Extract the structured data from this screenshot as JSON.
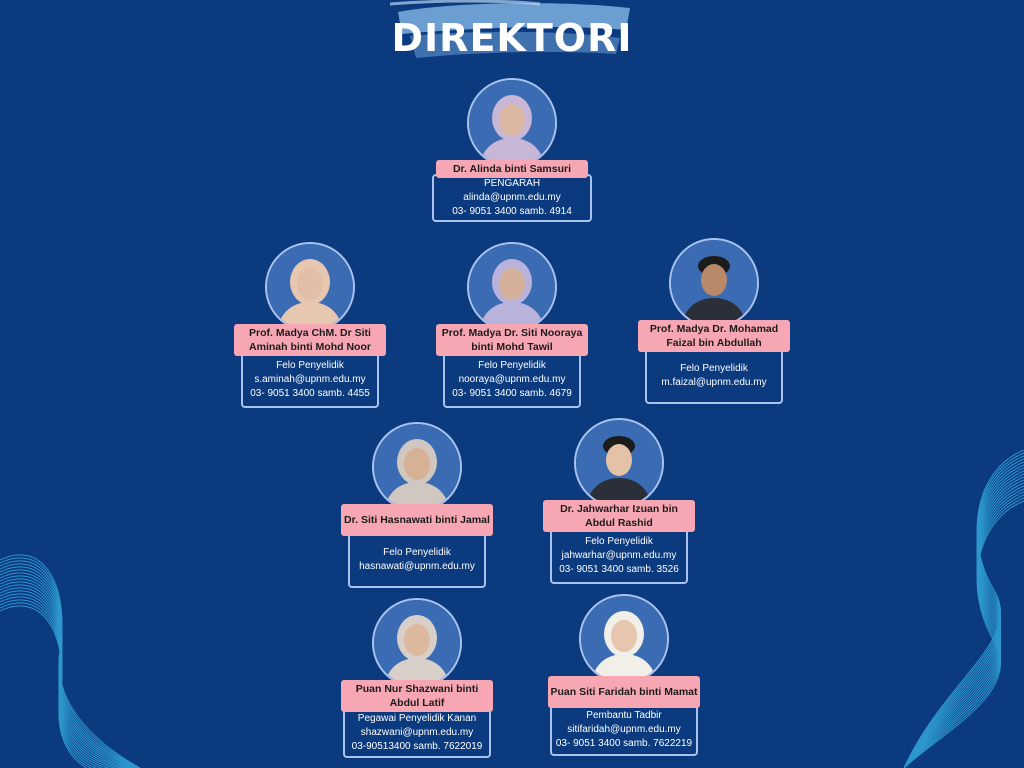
{
  "page": {
    "title": "DIREKTORI",
    "colors": {
      "background": "#0b3a7e",
      "name_tag": "#f7a7b4",
      "border": "#a9c3ee",
      "title_brush": "#7fb0e0"
    }
  },
  "people": [
    {
      "name": "Dr. Alinda binti Samsuri",
      "role": "PENGARAH",
      "email": "alinda@upnm.edu.my",
      "phone": "03- 9051 3400 samb. 4914",
      "icon": "person-photo"
    },
    {
      "name": "Prof. Madya ChM. Dr Siti Aminah binti Mohd Noor",
      "role": "Felo Penyelidik",
      "email": "s.aminah@upnm.edu.my",
      "phone": "03- 9051 3400 samb. 4455",
      "icon": "person-photo"
    },
    {
      "name": "Prof. Madya Dr. Siti Nooraya binti Mohd Tawil",
      "role": "Felo Penyelidik",
      "email": "nooraya@upnm.edu.my",
      "phone": "03- 9051 3400 samb. 4679",
      "icon": "person-photo"
    },
    {
      "name": "Prof. Madya Dr. Mohamad Faizal bin Abdullah",
      "role": "Felo Penyelidik",
      "email": "m.faizal@upnm.edu.my",
      "phone": "",
      "icon": "person-photo"
    },
    {
      "name": "Dr. Siti Hasnawati binti Jamal",
      "role": "Felo Penyelidik",
      "email": "hasnawati@upnm.edu.my",
      "phone": "",
      "icon": "person-photo"
    },
    {
      "name": "Dr. Jahwarhar Izuan bin Abdul Rashid",
      "role": "Felo Penyelidik",
      "email": "jahwarhar@upnm.edu.my",
      "phone": "03- 9051 3400 samb. 3526",
      "icon": "person-photo"
    },
    {
      "name": "Puan Nur Shazwani binti Abdul Latif",
      "role": "Pegawai Penyelidik Kanan",
      "email": "shazwani@upnm.edu.my",
      "phone": "03-90513400 samb. 7622019",
      "icon": "person-photo"
    },
    {
      "name": "Puan Siti Faridah binti Mamat",
      "role": "Pembantu Tadbir",
      "email": "sitifaridah@upnm.edu.my",
      "phone": "03- 9051 3400 samb. 7622219",
      "icon": "person-photo"
    }
  ]
}
